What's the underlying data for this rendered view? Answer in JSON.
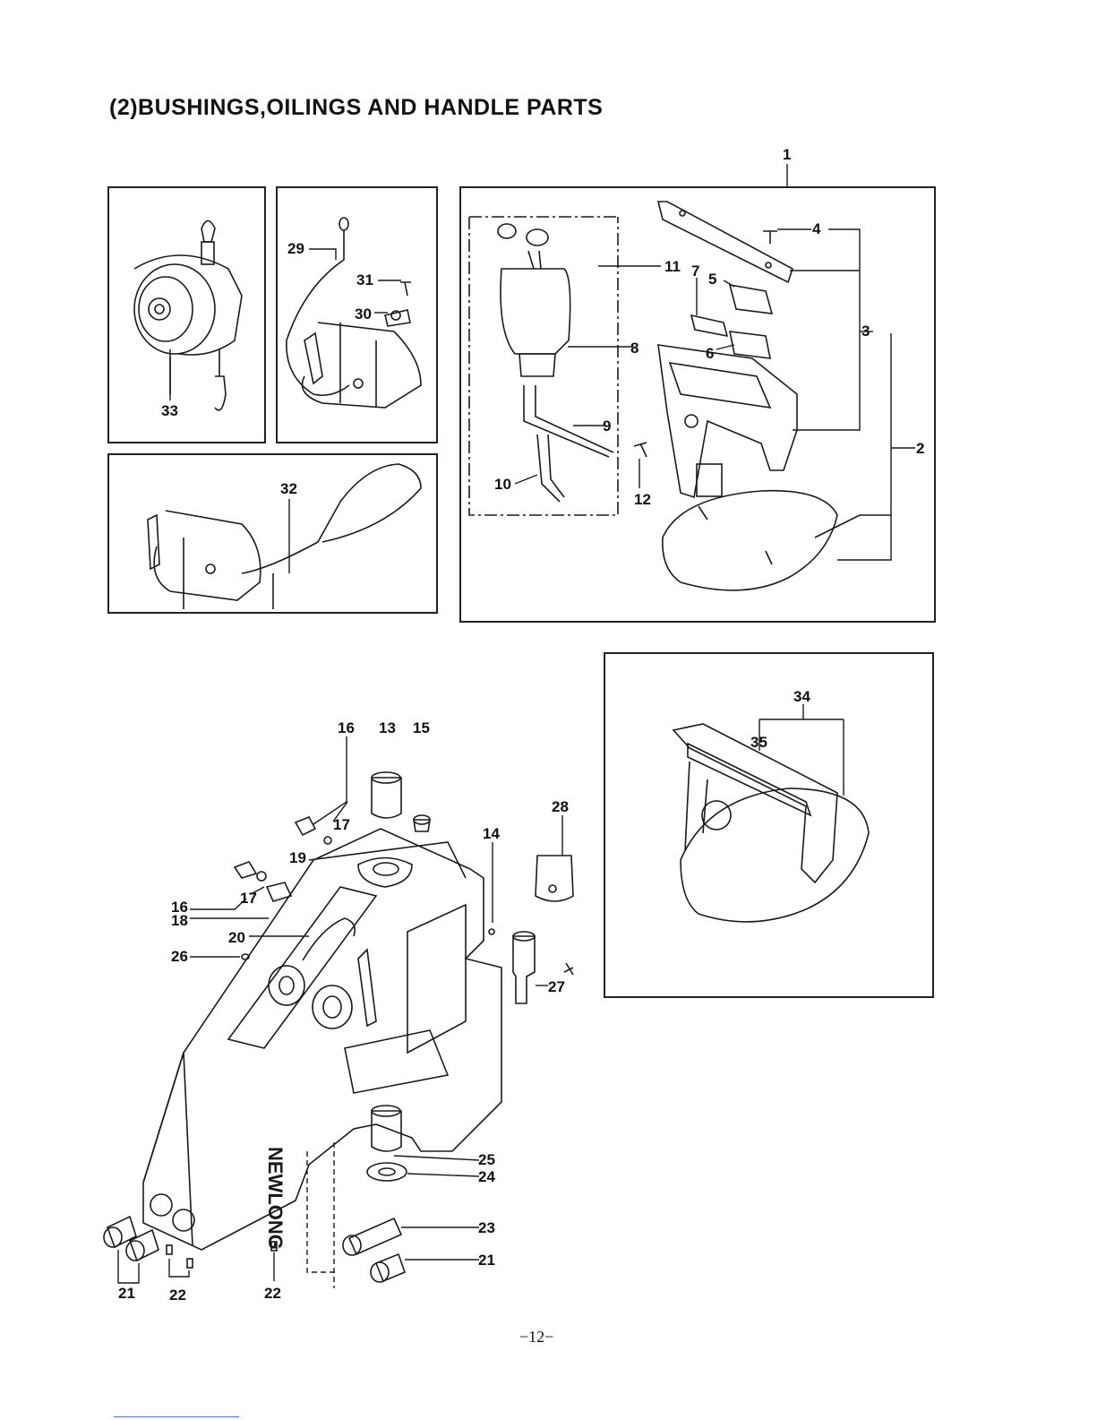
{
  "page": {
    "title": "(2)BUSHINGS,OILINGS AND HANDLE PARTS",
    "page_number": "−12−"
  },
  "diagram": {
    "brand_text": "NEWLONG",
    "callouts": {
      "c1": "1",
      "c2": "2",
      "c3": "3",
      "c4": "4",
      "c5": "5",
      "c6": "6",
      "c7": "7",
      "c8": "8",
      "c9": "9",
      "c10": "10",
      "c11": "11",
      "c12": "12",
      "c13": "13",
      "c14": "14",
      "c15": "15",
      "c16a": "16",
      "c16b": "16",
      "c17a": "17",
      "c17b": "17",
      "c18": "18",
      "c19": "19",
      "c20": "20",
      "c21a": "21",
      "c21b": "21",
      "c22a": "22",
      "c22b": "22",
      "c23": "23",
      "c24": "24",
      "c25": "25",
      "c26": "26",
      "c27": "27",
      "c28": "28",
      "c29": "29",
      "c30": "30",
      "c31": "31",
      "c32": "32",
      "c33": "33",
      "c34": "34",
      "c35": "35"
    }
  }
}
